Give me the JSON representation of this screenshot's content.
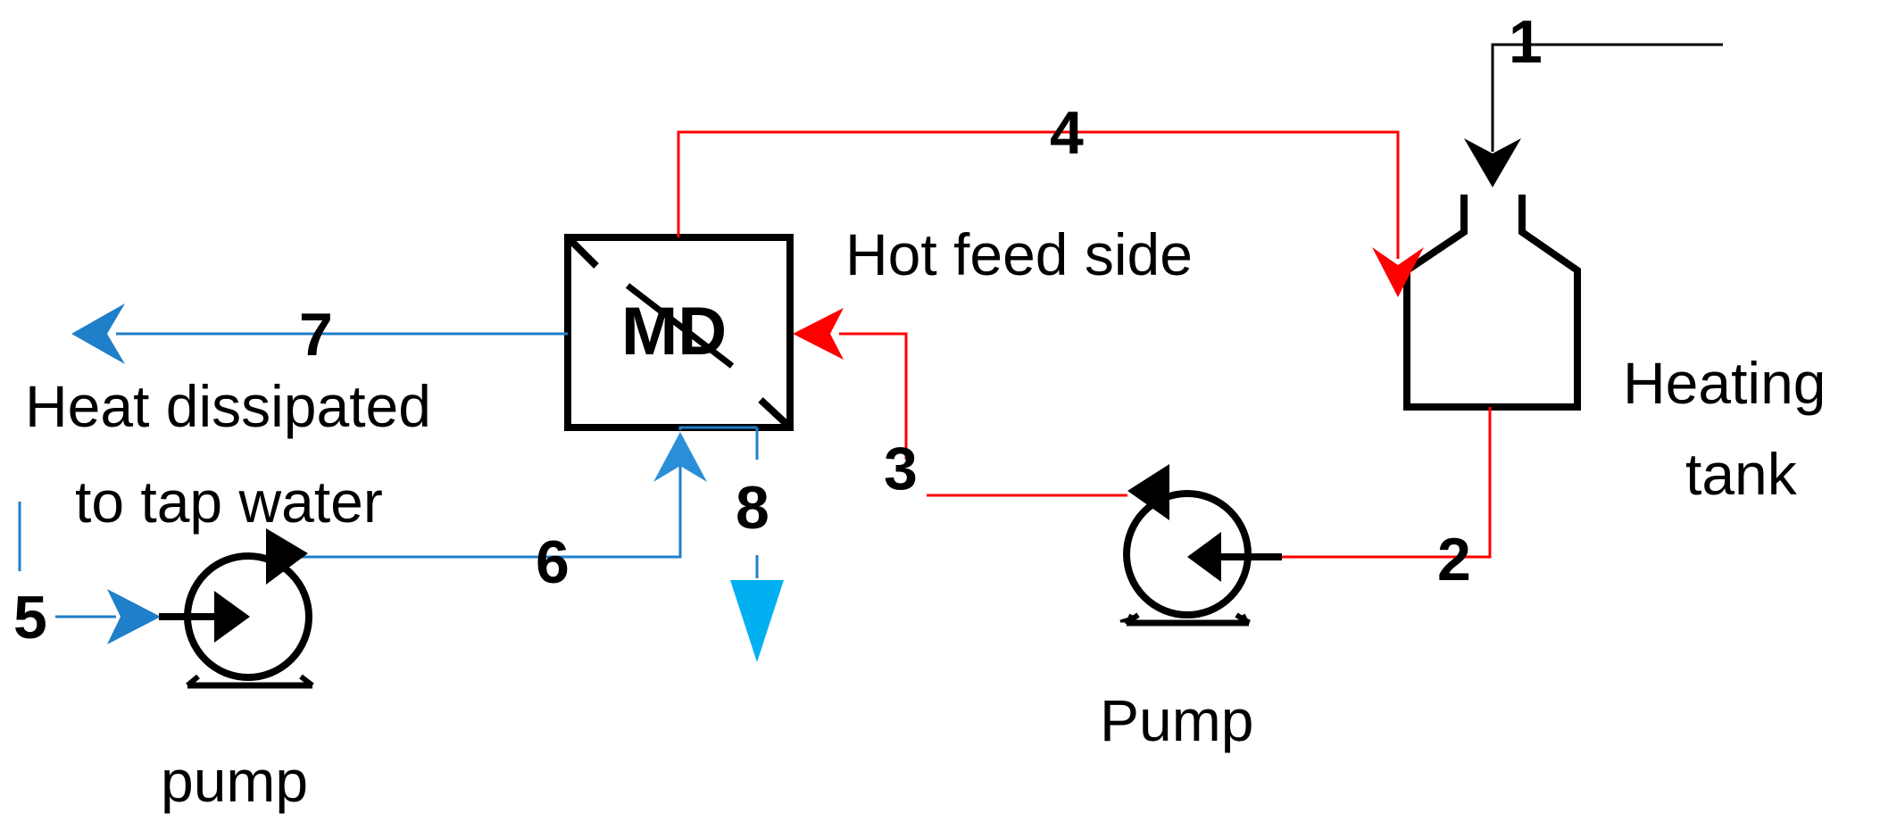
{
  "labels": {
    "md": "MD",
    "hot_feed_side": "Hot feed side",
    "heat_line1": "Heat dissipated",
    "heat_line2": "to tap water",
    "heating_line1": "Heating",
    "heating_line2": "tank",
    "pump_right": "Pump",
    "pump_left": "pump"
  },
  "streams": [
    "1",
    "2",
    "3",
    "4",
    "5",
    "6",
    "7",
    "8"
  ],
  "colors": {
    "hot": "#ff0000",
    "cold": "#1f7fc8",
    "cold_arrow": "#2b8fd8",
    "permeate": "#00b0f0",
    "outline": "#000000"
  }
}
